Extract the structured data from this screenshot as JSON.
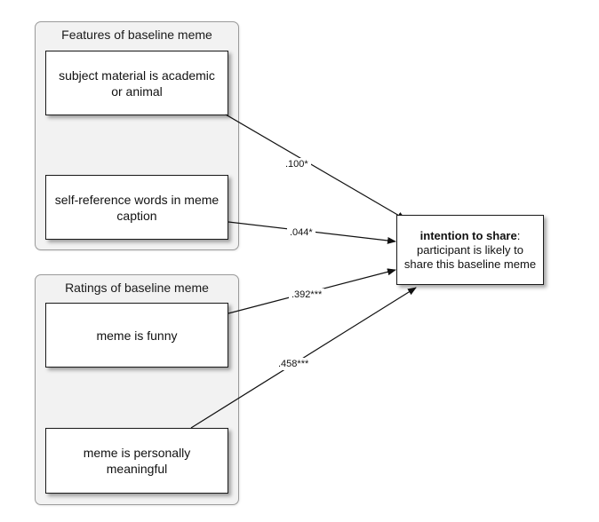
{
  "groups": {
    "features": {
      "title": "Features of baseline meme",
      "items": [
        {
          "label": "subject material is academic or animal"
        },
        {
          "label": "self-reference words in meme caption"
        }
      ]
    },
    "ratings": {
      "title": "Ratings of baseline meme",
      "items": [
        {
          "label": "meme is funny"
        },
        {
          "label": "meme is personally meaningful"
        }
      ]
    }
  },
  "outcome": {
    "bold_label": "intention to share",
    "separator": ":",
    "description": "participant is likely to share this baseline meme"
  },
  "coefficients": [
    {
      "from": "subject material is academic or animal",
      "value": ".100*"
    },
    {
      "from": "self-reference words in meme caption",
      "value": ".044*"
    },
    {
      "from": "meme is funny",
      "value": ".392***"
    },
    {
      "from": "meme is personally meaningful",
      "value": ".458***"
    }
  ]
}
